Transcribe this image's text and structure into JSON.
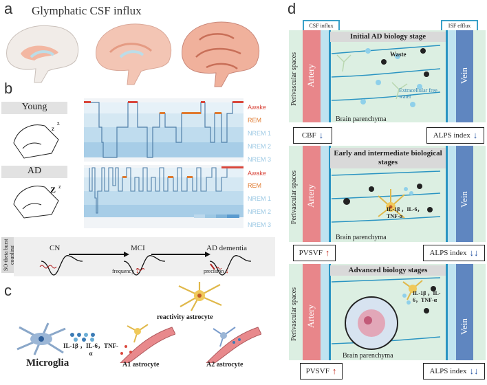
{
  "panel_a": {
    "letter": "a",
    "title": "Glymphatic CSF influx"
  },
  "panel_b": {
    "letter": "b",
    "young_label": "Young",
    "ad_label": "AD",
    "stage_labels_top": [
      "Awake",
      "REM",
      "NREM 1",
      "NREM 2",
      "NREM 3"
    ],
    "stage_labels_bottom": [
      "Awake",
      "REM",
      "NREM 1",
      "NREM 2",
      "NREM 3"
    ],
    "so_label": "SO-theta burst coupling",
    "cn": "CN",
    "mci": "MCI",
    "ad_dementia": "AD dementia",
    "frequency": "frequency",
    "precision": "precision",
    "colors": {
      "awake": "#d9463b",
      "rem": "#e07a2f",
      "nrem": "#9cc9e4"
    }
  },
  "panel_c": {
    "letter": "c",
    "cytokines": "IL-1β ，IL-6，TNF-α",
    "microglia": "Microglia",
    "reactivity": "reactivity astrocyte",
    "a1": "A1 astrocyte",
    "a2": "A2 astrocyte"
  },
  "panel_d": {
    "letter": "d",
    "csf_influx": "CSF influx",
    "isf_efflux": "ISF efflux",
    "stage1": "Initial AD biology stage",
    "stage2": "Early and intermediate biological stages",
    "stage3": "Advanced biology stages",
    "perivascular": "Perivascular spaces",
    "artery": "Artery",
    "vein": "Vein",
    "waste": "Waste",
    "extracellular": "Extracellular free water",
    "brain_parenchyma": "Brain parenchyma",
    "cbf": "CBF",
    "pvsvf": "PVSVF",
    "alps": "ALPS index",
    "cytokines": "IL-1β ，IL-6，TNF-α",
    "arrow_down": "↓",
    "arrow_up": "↑",
    "arrow_double_down": "↓↓"
  }
}
